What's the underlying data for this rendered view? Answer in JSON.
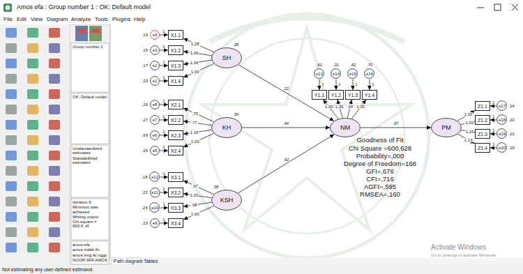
{
  "diagram": {
    "nodes": [
      {
        "text": [
          "e4",
          ",19"
        ]
      },
      {
        "text": [
          "e3",
          ",15"
        ]
      },
      {
        "text": [
          "e2",
          ",17"
        ]
      },
      {
        "text": [
          "e1",
          ",23"
        ]
      },
      {
        "text": [
          "X1.1"
        ]
      },
      {
        "text": [
          "X1.2"
        ]
      },
      {
        "text": [
          "X1.3"
        ]
      },
      {
        "text": [
          "X1.4"
        ]
      },
      {
        "text": [
          "SH",
          ",28"
        ]
      },
      {
        "text": [
          "e8",
          ",26"
        ]
      },
      {
        "text": [
          "e7",
          ",27"
        ]
      },
      {
        "text": [
          "e6",
          ",69"
        ]
      },
      {
        "text": [
          "e5",
          ",26"
        ]
      },
      {
        "text": [
          "X2.1"
        ]
      },
      {
        "text": [
          "X2.2"
        ]
      },
      {
        "text": [
          "X2.3"
        ]
      },
      {
        "text": [
          "X2.4"
        ]
      },
      {
        "text": [
          "KH",
          ",39"
        ]
      },
      {
        "text": [
          "e12",
          ",18"
        ]
      },
      {
        "text": [
          "e11",
          ",23"
        ]
      },
      {
        "text": [
          "e10",
          ",29"
        ]
      },
      {
        "text": [
          "e9",
          ",23"
        ]
      },
      {
        "text": [
          "X3.1"
        ]
      },
      {
        "text": [
          "X3.2"
        ]
      },
      {
        "text": [
          "X3.3"
        ]
      },
      {
        "text": [
          "X3.4"
        ]
      },
      {
        "text": [
          "KSH",
          ",38"
        ]
      },
      {
        "text": [
          "e13",
          ",61"
        ]
      },
      {
        "text": [
          "e14",
          ",31"
        ]
      },
      {
        "text": [
          "e15",
          ",42"
        ]
      },
      {
        "text": [
          "e16",
          ",70"
        ]
      },
      {
        "text": [
          "Y1.1"
        ]
      },
      {
        "text": [
          "Y1.2"
        ]
      },
      {
        "text": [
          "Y1.3"
        ]
      },
      {
        "text": [
          "Y1.4"
        ]
      },
      {
        "text": [
          "NM"
        ]
      },
      {
        "text": [
          "PM"
        ]
      },
      {
        "text": [
          "Z1.1"
        ]
      },
      {
        "text": [
          "Z1.2"
        ]
      },
      {
        "text": [
          "Z1.3"
        ]
      },
      {
        "text": [
          "Z1.4"
        ]
      },
      {
        "text": [
          "e17",
          ",24"
        ]
      },
      {
        "text": [
          "e18",
          ",22"
        ]
      },
      {
        "text": [
          "e19",
          ",21"
        ]
      },
      {
        "text": [
          "e20",
          ",20"
        ]
      }
    ],
    "edges": [
      {
        "from": 0,
        "to": 4,
        "arrow": "to",
        "label": "1"
      },
      {
        "from": 1,
        "to": 5,
        "arrow": "to",
        "label": "1"
      },
      {
        "from": 2,
        "to": 6,
        "arrow": "to",
        "label": "1"
      },
      {
        "from": 3,
        "to": 7,
        "arrow": "to",
        "label": "1"
      },
      {
        "from": 8,
        "to": 4,
        "arrow": "to",
        "label": "1,28"
      },
      {
        "from": 8,
        "to": 5,
        "arrow": "to",
        "label": "1,09"
      },
      {
        "from": 8,
        "to": 6,
        "arrow": "to",
        "label": "1,06"
      },
      {
        "from": 8,
        "to": 7,
        "arrow": "to",
        "label": "1,00"
      },
      {
        "from": 9,
        "to": 13,
        "arrow": "to",
        "label": "1"
      },
      {
        "from": 10,
        "to": 14,
        "arrow": "to",
        "label": "1"
      },
      {
        "from": 11,
        "to": 15,
        "arrow": "to",
        "label": "1"
      },
      {
        "from": 12,
        "to": 16,
        "arrow": "to",
        "label": "1"
      },
      {
        "from": 17,
        "to": 13,
        "arrow": "to",
        "label": ",75"
      },
      {
        "from": 17,
        "to": 14,
        "arrow": "to",
        "label": ",77"
      },
      {
        "from": 17,
        "to": 15,
        "arrow": "to",
        "label": "1,16"
      },
      {
        "from": 17,
        "to": 16,
        "arrow": "to",
        "label": "1,00"
      },
      {
        "from": 18,
        "to": 22,
        "arrow": "to",
        "label": "1"
      },
      {
        "from": 19,
        "to": 23,
        "arrow": "to",
        "label": "1"
      },
      {
        "from": 20,
        "to": 24,
        "arrow": "to",
        "label": "1"
      },
      {
        "from": 21,
        "to": 25,
        "arrow": "to",
        "label": "1"
      },
      {
        "from": 26,
        "to": 22,
        "arrow": "to",
        "label": ",97"
      },
      {
        "from": 26,
        "to": 23,
        "arrow": "to",
        "label": "1,03"
      },
      {
        "from": 26,
        "to": 24,
        "arrow": "to",
        "label": ",98"
      },
      {
        "from": 26,
        "to": 25,
        "arrow": "to",
        "label": "1,00"
      },
      {
        "from": 27,
        "to": 31,
        "arrow": "to",
        "label": "1"
      },
      {
        "from": 28,
        "to": 32,
        "arrow": "to",
        "label": "1"
      },
      {
        "from": 29,
        "to": 33,
        "arrow": "to",
        "label": "1"
      },
      {
        "from": 30,
        "to": 34,
        "arrow": "to",
        "label": "1"
      },
      {
        "from": 35,
        "to": 31,
        "arrow": "to",
        "label": "1,00"
      },
      {
        "from": 35,
        "to": 32,
        "arrow": "to",
        "label": "1,36"
      },
      {
        "from": 35,
        "to": 33,
        "arrow": "to",
        "label": ",94"
      },
      {
        "from": 35,
        "to": 34,
        "arrow": "to",
        "label": "1,05"
      },
      {
        "from": 8,
        "to": 35,
        "arrow": "to",
        "label": ",22"
      },
      {
        "from": 17,
        "to": 35,
        "arrow": "to",
        "label": ",44"
      },
      {
        "from": 26,
        "to": 35,
        "arrow": "to",
        "label": ",42"
      },
      {
        "from": 35,
        "to": 36,
        "arrow": "to",
        "label": ",97"
      },
      {
        "from": 36,
        "to": 37,
        "arrow": "to",
        "label": "1,00"
      },
      {
        "from": 36,
        "to": 38,
        "arrow": "to",
        "label": "1,03"
      },
      {
        "from": 36,
        "to": 39,
        "arrow": "to",
        "label": "1,16"
      },
      {
        "from": 36,
        "to": 40,
        "arrow": "to",
        "label": "1,13"
      },
      {
        "from": 41,
        "to": 37,
        "arrow": "to",
        "label": "1"
      },
      {
        "from": 42,
        "to": 38,
        "arrow": "to",
        "label": "1"
      },
      {
        "from": 43,
        "to": 39,
        "arrow": "to",
        "label": "1"
      },
      {
        "from": 44,
        "to": 40,
        "arrow": "to",
        "label": "1"
      }
    ],
    "labels": [
      "Amos efa : Group number 1 : OK: Default model",
      "File",
      "Edit",
      "View",
      "Diagram",
      "Analyze",
      "Tools",
      "Plugins",
      "Help",
      "Group number 1",
      "OK: Default model",
      "Unstandardized estimates",
      "Standardized estimates",
      "Iteration 9",
      "Minimum was achieved",
      "Writing output",
      "Chi-square = 600,6, df",
      "amos efa",
      "amos indah fix",
      "amos sing iki nggo",
      "NOOR SPA AMOS",
      "Goodness of Fit",
      "Chi Square =600,628",
      "Probability=,000",
      "Degree of Freedom=168",
      "GFI=,676",
      "CFI=,716",
      "AGFI=,595",
      "RMSEA=,160",
      "Path diagram",
      "Tables",
      "Not estimating any user-defined estimand.",
      "Activate Windows",
      "Go to Settings to activate Windows."
    ]
  }
}
